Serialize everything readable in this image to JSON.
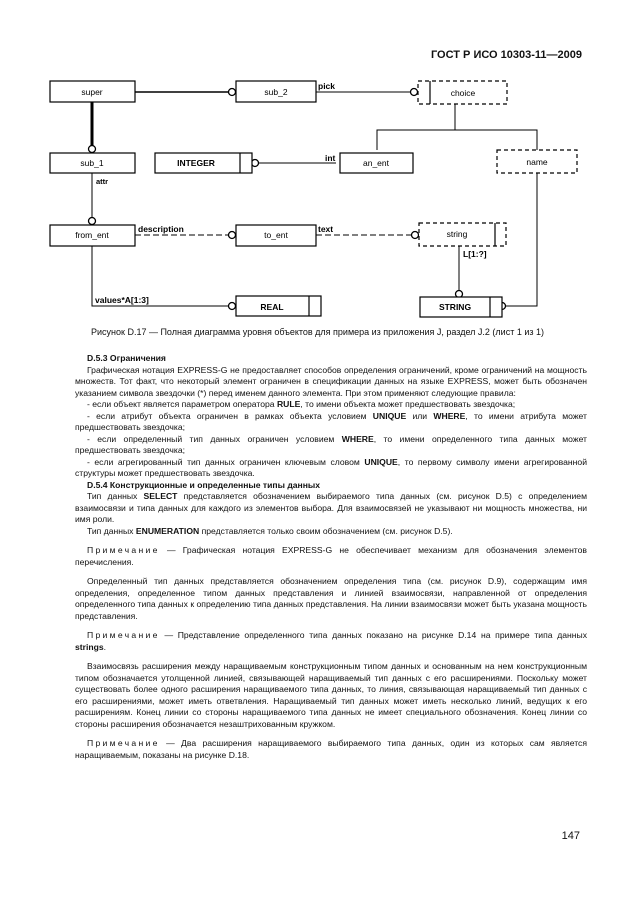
{
  "header": {
    "standard": "ГОСТ Р ИСО 10303-11—2009"
  },
  "diagram": {
    "boxes": {
      "super": "super",
      "sub_2": "sub_2",
      "choice": "choice",
      "sub_1": "sub_1",
      "integer": "INTEGER",
      "an_ent": "an_ent",
      "name": "name",
      "from_ent": "from_ent",
      "to_ent": "to_ent",
      "string_type": "string",
      "real": "REAL",
      "string_base": "STRING"
    },
    "labels": {
      "pick": "pick",
      "int": "int",
      "attr": "attr",
      "description": "description",
      "text": "text",
      "l_bound": "L[1:?]",
      "values": "values*A[1:3]"
    }
  },
  "caption": "Рисунок D.17 — Полная диаграмма уровня объектов для примера из приложения J, раздел J.2 (лист 1 из 1)",
  "sections": {
    "s1_heading": "D.5.3 Ограничения",
    "s1_p1": "Графическая нотация EXPRESS-G не предоставляет способов определения ограничений, кроме ограничений на мощность множеств. Тот факт, что некоторый элемент ограничен в спецификации данных на языке EXPRESS, может быть обозначен указанием символа звездочки (*) перед именем данного элемента. При этом применяют следующие правила:",
    "rules": {
      "r1_pre": "- если объект является параметром оператора ",
      "r1_b": "RULE",
      "r1_post": ", то имени объекта может предшествовать звездочка;",
      "r2_pre": "- если атрибут объекта ограничен в рамках объекта условием ",
      "r2_b1": "UNIQUE",
      "r2_mid": " или ",
      "r2_b2": "WHERE",
      "r2_post": ", то имени атрибута может предшествовать звездочка;",
      "r3_pre": "- если определенный тип данных ограничен условием ",
      "r3_b": "WHERE",
      "r3_post": ", то имени определенного типа данных может предшествовать звездочка;",
      "r4_pre": "- если агрегированный тип данных ограничен ключевым словом ",
      "r4_b": "UNIQUE",
      "r4_post": ", то первому символу имени агрегированной структуры может предшествовать звездочка."
    },
    "s2_heading": "D.5.4 Конструкционные и определенные типы данных",
    "s2_p1_pre": "Тип данных ",
    "s2_p1_b": "SELECT",
    "s2_p1_post": " представляется обозначением выбираемого типа данных (см. рисунок D.5) с определением взаимосвязи и типа данных для каждого из элементов выбора. Для взаимосвязей не указывают ни мощность множества, ни имя роли.",
    "s2_p2_pre": "Тип данных ",
    "s2_p2_b": "ENUMERATION",
    "s2_p2_post": " представляется только своим обозначением (см. рисунок D.5).",
    "note1_label": "Примечание",
    "note1_text": " — Графическая нотация EXPRESS-G не обеспечивает механизм для обозначения элементов перечисления.",
    "p_defined": "Определенный тип данных представляется обозначением определения типа (см. рисунок D.9), содержащим имя определения, определенное типом данных представления и линией взаимосвязи, направленной от определения определенного типа данных к определению типа данных представления. На линии взаимосвязи может быть указана мощность представления.",
    "note2_label": "Примечание",
    "note2_pre": " — Представление определенного типа данных показано на рисунке D.14 на примере типа данных ",
    "note2_b": "strings",
    "note2_post": ".",
    "p_ext": "Взаимосвязь расширения между наращиваемым конструкционным типом данных и основанным на нем конструкционным типом обозначается утолщенной линией, связывающей наращиваемый тип данных с его расширениями. Поскольку может существовать более одного расширения наращиваемого типа данных, то линия, связывающая наращиваемый тип данных с его расширениями, может иметь ответвления. Наращиваемый тип данных может иметь несколько линий, ведущих к его расширениям. Конец линии со стороны наращиваемого типа данных не имеет специального обозначения. Конец линии со стороны расширения обозначается незаштрихованным кружком.",
    "note3_label": "Примечание",
    "note3_text": " — Два расширения наращиваемого выбираемого типа данных, один из которых сам является наращиваемым, показаны на рисунке D.18."
  },
  "page_number": "147"
}
